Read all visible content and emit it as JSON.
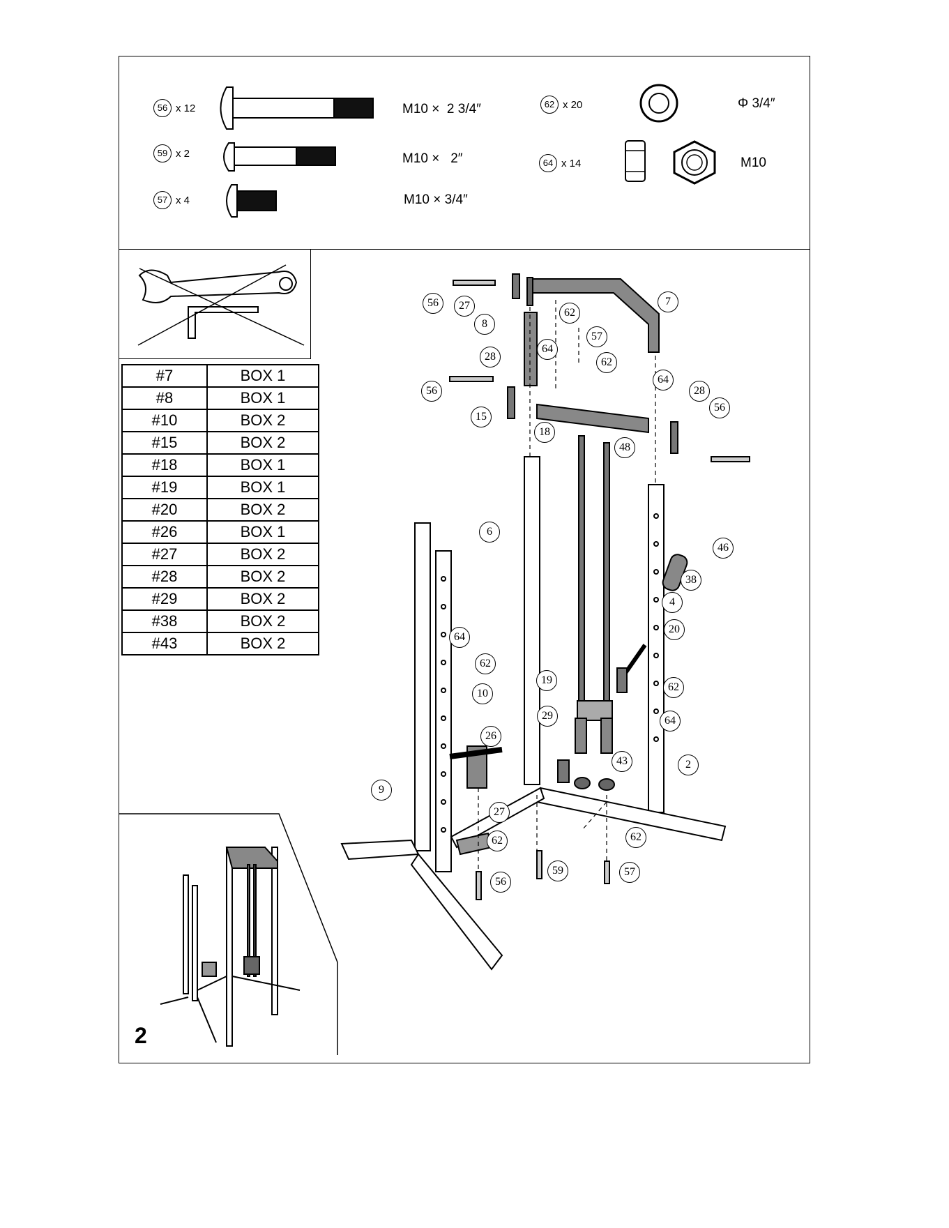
{
  "hardware": [
    {
      "part": "56",
      "qty": "12",
      "spec_prefix": "M10 ×",
      "spec_size": "2 3/4″"
    },
    {
      "part": "59",
      "qty": "2",
      "spec_prefix": "M10 ×",
      "spec_size": "2″"
    },
    {
      "part": "57",
      "qty": "4",
      "spec_prefix": "M10 ×",
      "spec_size": "3/4″"
    },
    {
      "part": "62",
      "qty": "20",
      "spec_prefix": "",
      "spec_size": "Φ 3/4″"
    },
    {
      "part": "64",
      "qty": "14",
      "spec_prefix": "",
      "spec_size": "M10"
    }
  ],
  "qty_prefix": "x",
  "box_table": [
    {
      "part": "#7",
      "box": "BOX 1"
    },
    {
      "part": "#8",
      "box": "BOX 1"
    },
    {
      "part": "#10",
      "box": "BOX 2"
    },
    {
      "part": "#15",
      "box": "BOX 2"
    },
    {
      "part": "#18",
      "box": "BOX 1"
    },
    {
      "part": "#19",
      "box": "BOX 1"
    },
    {
      "part": "#20",
      "box": "BOX 2"
    },
    {
      "part": "#26",
      "box": "BOX 1"
    },
    {
      "part": "#27",
      "box": "BOX 2"
    },
    {
      "part": "#28",
      "box": "BOX 2"
    },
    {
      "part": "#29",
      "box": "BOX 2"
    },
    {
      "part": "#38",
      "box": "BOX 2"
    },
    {
      "part": "#43",
      "box": "BOX 2"
    }
  ],
  "step_number": "2",
  "callouts": [
    "56",
    "27",
    "7",
    "8",
    "62",
    "57",
    "64",
    "62",
    "64",
    "28",
    "56",
    "15",
    "28",
    "56",
    "18",
    "48",
    "6",
    "46",
    "38",
    "4",
    "20",
    "64",
    "62",
    "10",
    "19",
    "29",
    "26",
    "62",
    "64",
    "43",
    "2",
    "9",
    "27",
    "62",
    "59",
    "62",
    "56",
    "57"
  ]
}
